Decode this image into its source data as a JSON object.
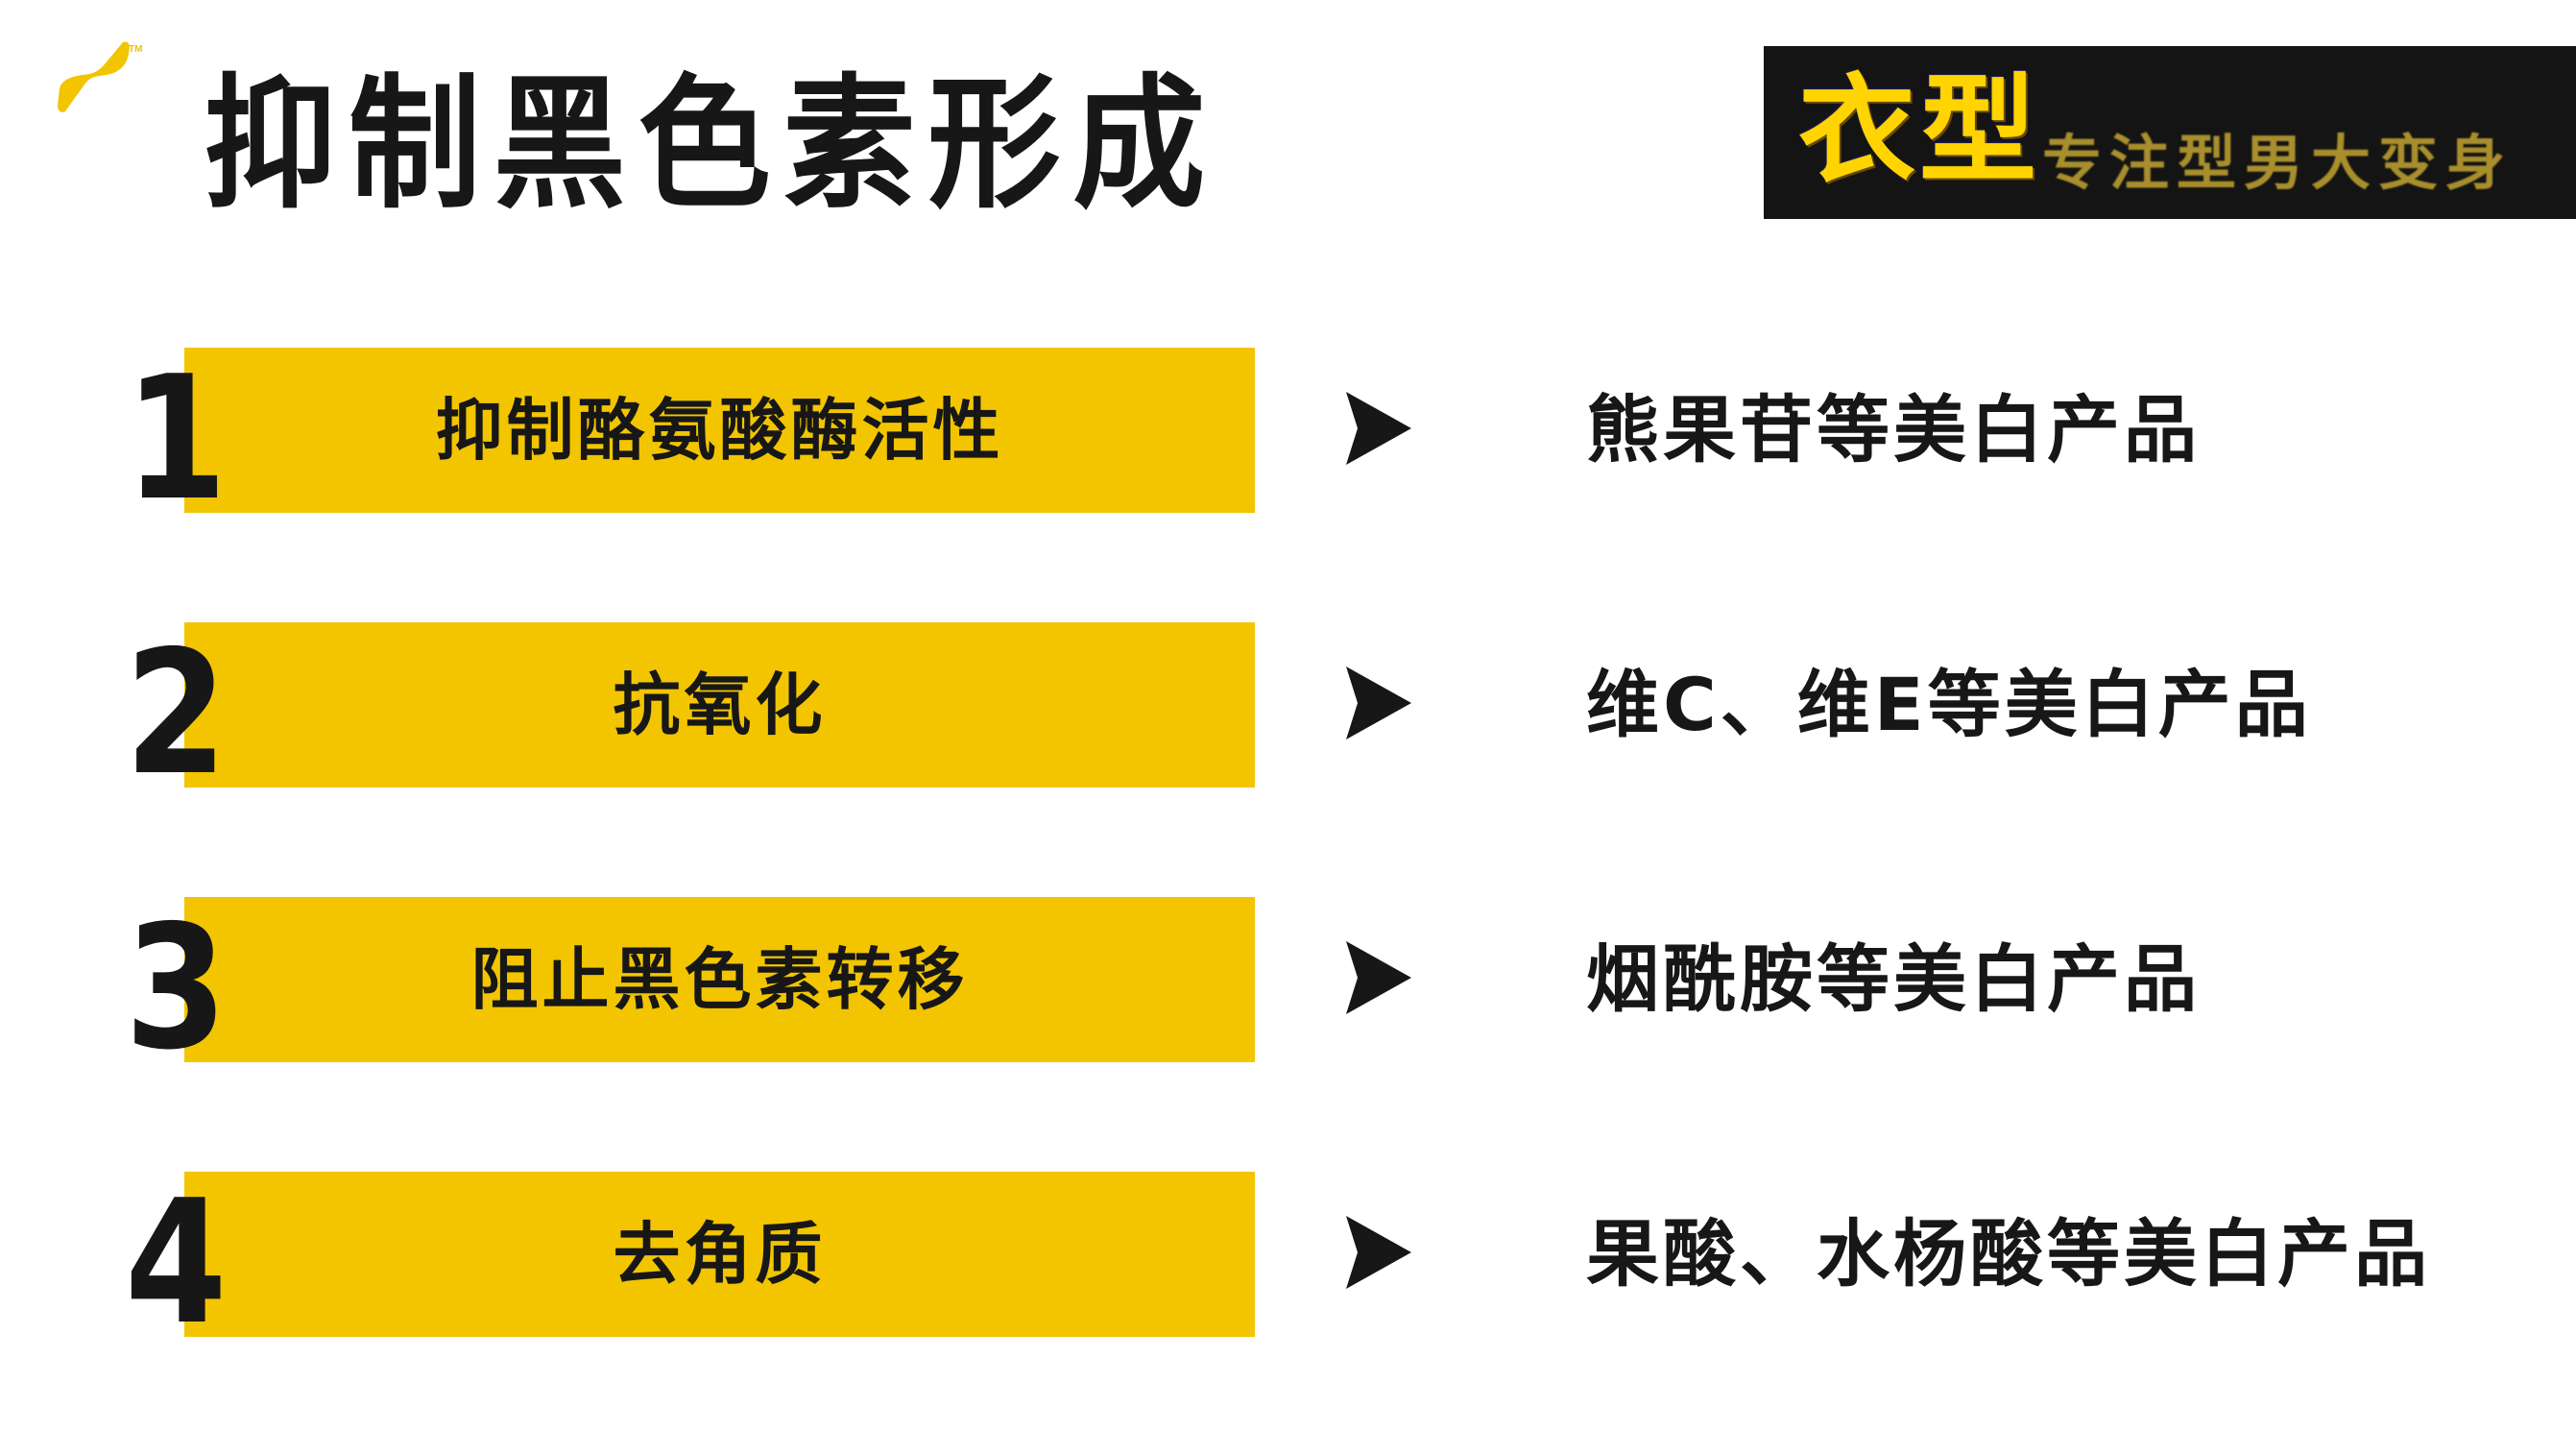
{
  "brand": {
    "mark_icon": "yellow-twist-logo-icon",
    "trademark": "TM",
    "accent_color": "#f2c500"
  },
  "title": "抑制黑色素形成",
  "logo": {
    "main": "衣型",
    "tagline": "专注型男大变身",
    "background": "#141414",
    "main_color": "#ffd400",
    "tagline_color": "#a88e2c"
  },
  "rows": [
    {
      "number": "1",
      "method": "抑制酪氨酸酶活性",
      "arrow_icon": "arrow-right-icon",
      "result": "熊果苷等美白产品"
    },
    {
      "number": "2",
      "method": "抗氧化",
      "arrow_icon": "arrow-right-icon",
      "result": "维C、维E等美白产品"
    },
    {
      "number": "3",
      "method": "阻止黑色素转移",
      "arrow_icon": "arrow-right-icon",
      "result": "烟酰胺等美白产品"
    },
    {
      "number": "4",
      "method": "去角质",
      "arrow_icon": "arrow-right-icon",
      "result": "果酸、水杨酸等美白产品"
    }
  ]
}
